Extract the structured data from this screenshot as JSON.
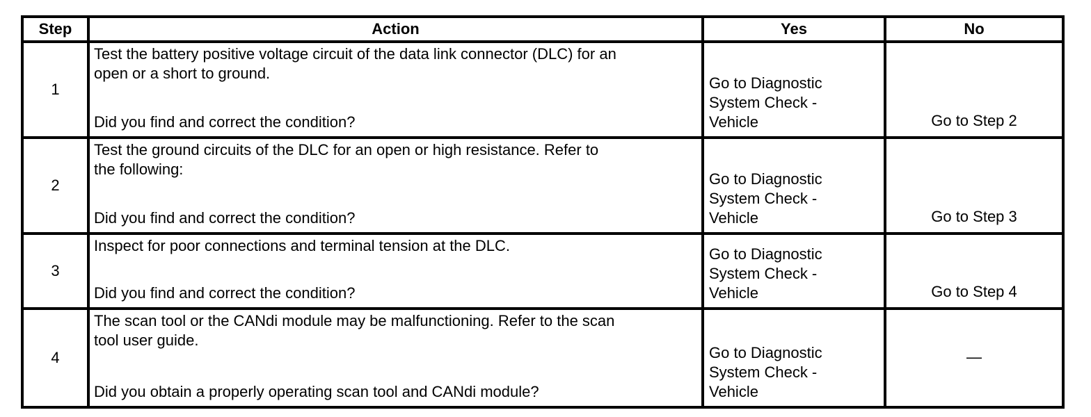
{
  "table": {
    "title": "diagnostic-step-table",
    "colors": {
      "border": "#000000",
      "text": "#000000",
      "background": "#ffffff"
    },
    "headers": [
      "Step",
      "Action",
      "Yes",
      "No"
    ],
    "rows": [
      {
        "step": "1",
        "action": "Test the battery positive voltage circuit of the data link connector (DLC) for an\nopen or a short to ground.",
        "question": "Did you find and correct the condition?",
        "yes": "Go to Diagnostic\nSystem Check -\nVehicle",
        "no": "Go to Step 2"
      },
      {
        "step": "2",
        "action": "Test the ground circuits of the DLC for an open or high resistance. Refer to\nthe following:",
        "question": "Did you find and correct the condition?",
        "yes": "Go to Diagnostic\nSystem Check -\nVehicle",
        "no": "Go to Step 3"
      },
      {
        "step": "3",
        "action": "Inspect for poor connections and terminal tension at the DLC.",
        "question": "Did you find and correct the condition?",
        "yes": "Go to Diagnostic\nSystem Check -\nVehicle",
        "no": "Go to Step 4"
      },
      {
        "step": "4",
        "action": "The scan tool or the CANdi module may be malfunctioning. Refer to the scan\ntool user guide.",
        "question": "Did you obtain a properly operating scan tool and CANdi module?",
        "yes": "Go to Diagnostic\nSystem Check -\nVehicle",
        "no": "—"
      }
    ]
  }
}
